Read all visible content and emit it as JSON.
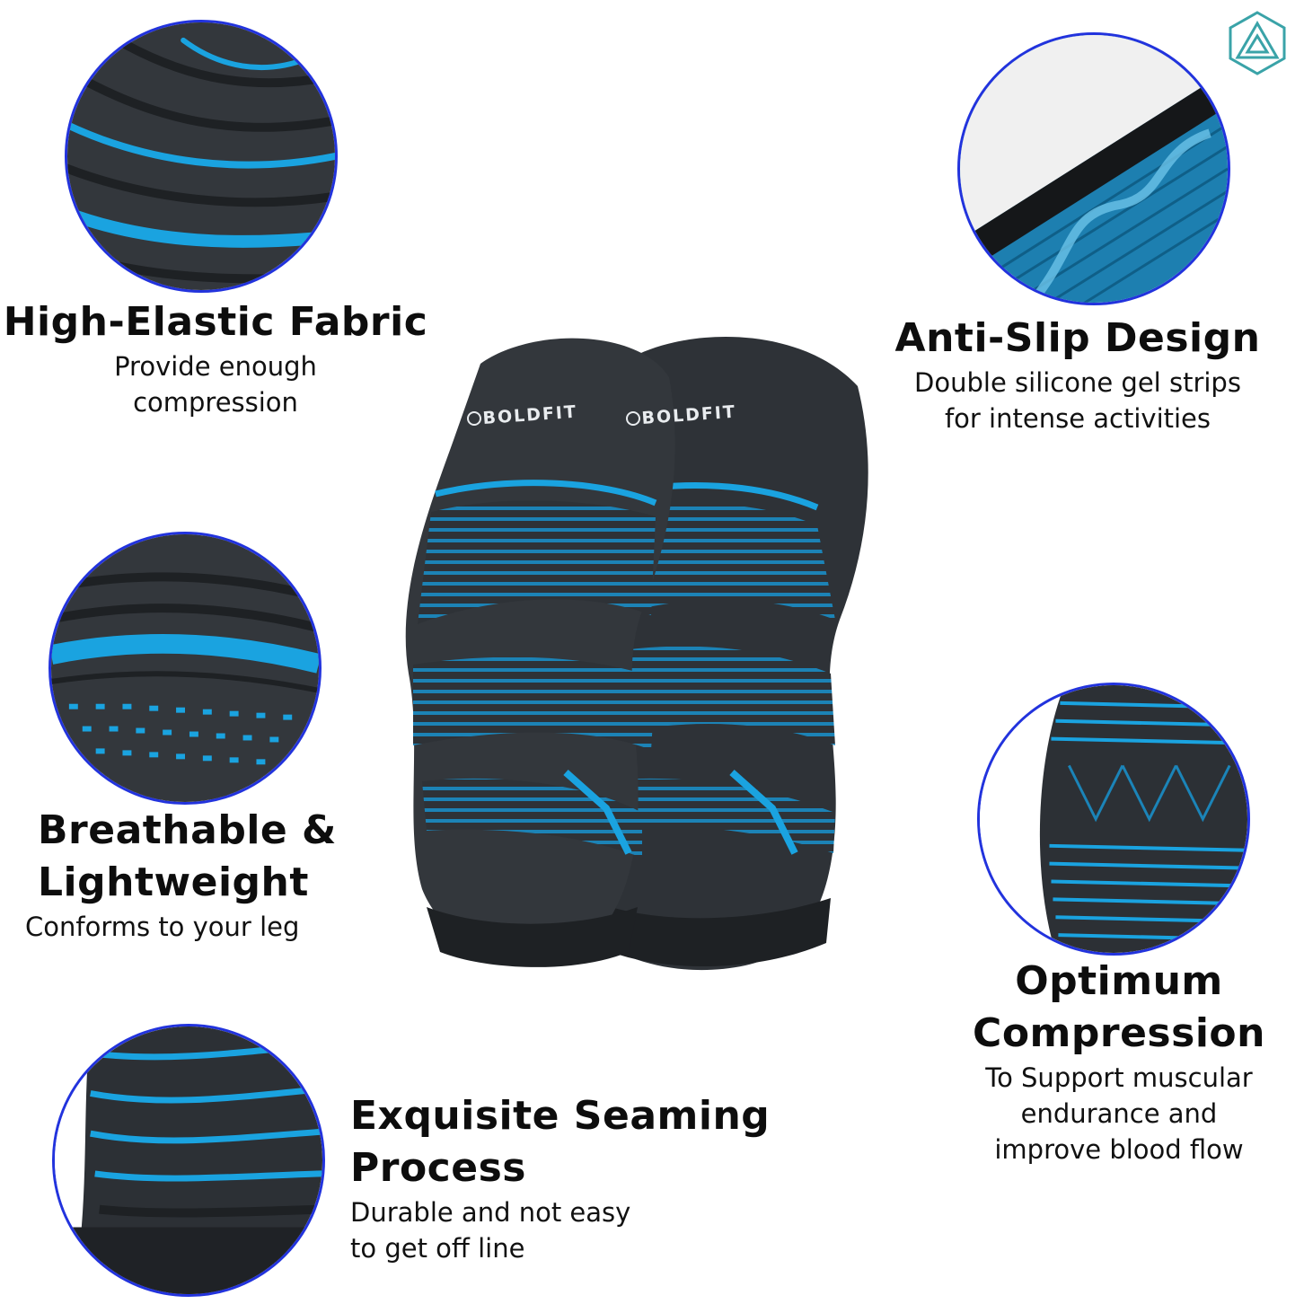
{
  "colors": {
    "accent_blue": "#1aa3e0",
    "fabric_dark": "#2f3338",
    "ring": "#2233dd",
    "logo": "#3aa3a8"
  },
  "brand": {
    "name": "BOLDFIT",
    "logo_icon": "hexagon-triangle-icon"
  },
  "features": [
    {
      "title": "High-Elastic Fabric",
      "lines": [
        "Provide enough",
        "compression"
      ]
    },
    {
      "title": "Anti-Slip Design",
      "lines": [
        "Double silicone gel strips",
        "for intense activities"
      ]
    },
    {
      "title_lines": [
        "Breathable &",
        "Lightweight"
      ],
      "lines": [
        "Conforms to your leg"
      ]
    },
    {
      "title_lines": [
        "Optimum",
        "Compression"
      ],
      "lines": [
        "To Support muscular",
        "endurance and",
        "improve blood flow"
      ]
    },
    {
      "title_lines": [
        "Exquisite Seaming",
        "Process"
      ],
      "lines": [
        "Durable and not easy",
        "to get off line"
      ]
    }
  ]
}
